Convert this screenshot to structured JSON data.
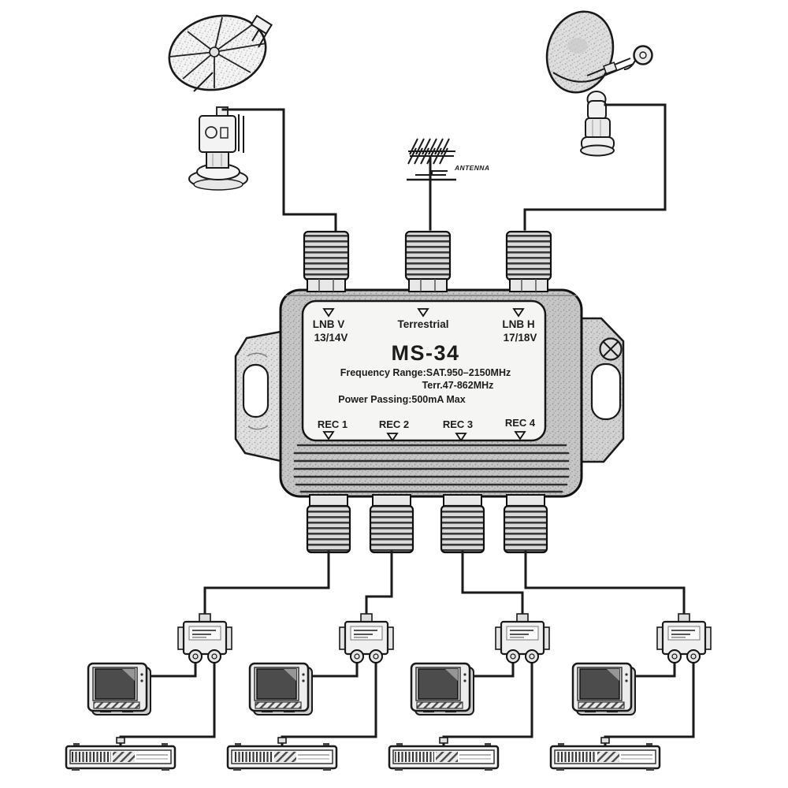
{
  "multiswitch": {
    "model": "MS-34",
    "inputs": [
      {
        "label": "LNB V",
        "voltage": "13/14V"
      },
      {
        "label": "Terrestrial",
        "voltage": ""
      },
      {
        "label": "LNB H",
        "voltage": "17/18V"
      }
    ],
    "specs": {
      "frequency_range": "Frequency Range:SAT.950–2150MHz",
      "terrestrial_range": "Terr.47-862MHz",
      "power_passing": "Power Passing:500mA Max"
    },
    "outputs": [
      {
        "label": "REC 1"
      },
      {
        "label": "REC 2"
      },
      {
        "label": "REC 3"
      },
      {
        "label": "REC 4"
      }
    ]
  },
  "antenna": {
    "label": "ANTENNA"
  },
  "equipment": {
    "dish_left": "mesh-satellite-dish",
    "dish_right": "solid-satellite-dish",
    "lnb_left": "lnb-converter",
    "lnb_right": "lnb-converter",
    "antenna": "terrestrial-tv-antenna",
    "diplexer": "diplexer-box",
    "tv": "crt-television",
    "receiver": "satellite-receiver"
  },
  "colors": {
    "line": "#1a1a1a",
    "device_body": "#c6c6c6",
    "label_panel": "#f5f5f3",
    "tv_screen": "#4c4c4c",
    "background": "#ffffff"
  }
}
